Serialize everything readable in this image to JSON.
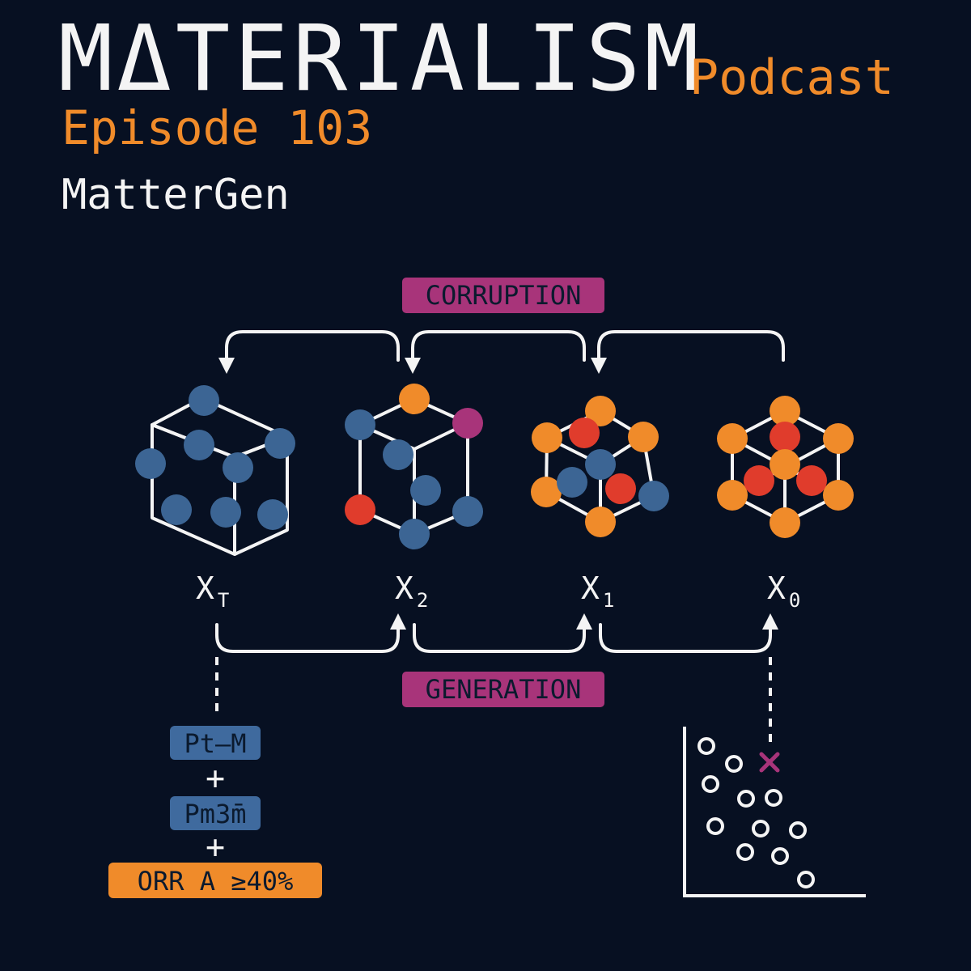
{
  "header": {
    "show_title": "MΔTERIALISM",
    "show_subtitle": "Podcast",
    "episode": "Episode 103",
    "episode_title": "MatterGen"
  },
  "diagram": {
    "corruption_label": "CORRUPTION",
    "generation_label": "GENERATION",
    "states": [
      {
        "base": "X",
        "sub": "T"
      },
      {
        "base": "X",
        "sub": "2"
      },
      {
        "base": "X",
        "sub": "1"
      },
      {
        "base": "X",
        "sub": "0"
      }
    ],
    "conditions": {
      "composition": "Pt–M",
      "plus": "+",
      "space_group": "Pm3̄m",
      "property": "ORR A ≥40%"
    }
  },
  "colors": {
    "background": "#071022",
    "text": "#f4f4f4",
    "accent_orange": "#f08b2a",
    "accent_magenta": "#a8347a",
    "atom_blue": "#3c6594",
    "atom_red": "#e03c2c",
    "atom_orange": "#f08b2a",
    "chip_blue": "#3f6a9e"
  }
}
